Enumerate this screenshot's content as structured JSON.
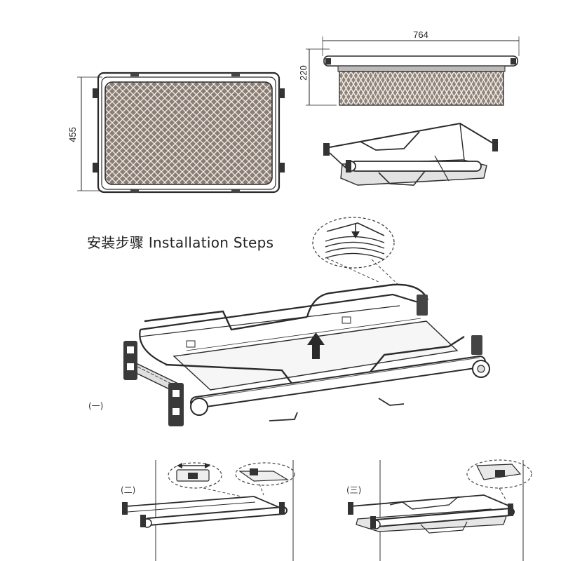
{
  "dimensions": {
    "width": "764",
    "depth": "455",
    "height": "220"
  },
  "heading": {
    "text": "安装步骤 Installation Steps"
  },
  "steps": [
    {
      "label": "(一)"
    },
    {
      "label": "(二)"
    },
    {
      "label": "(三)"
    }
  ],
  "icons": [
    "up-arrow-icon",
    "down-arrow-icon",
    "double-arrow-icon"
  ],
  "colors": {
    "line": "#2a2a2a",
    "basket_fill": "#7a6e66",
    "dashed": "#444444"
  }
}
